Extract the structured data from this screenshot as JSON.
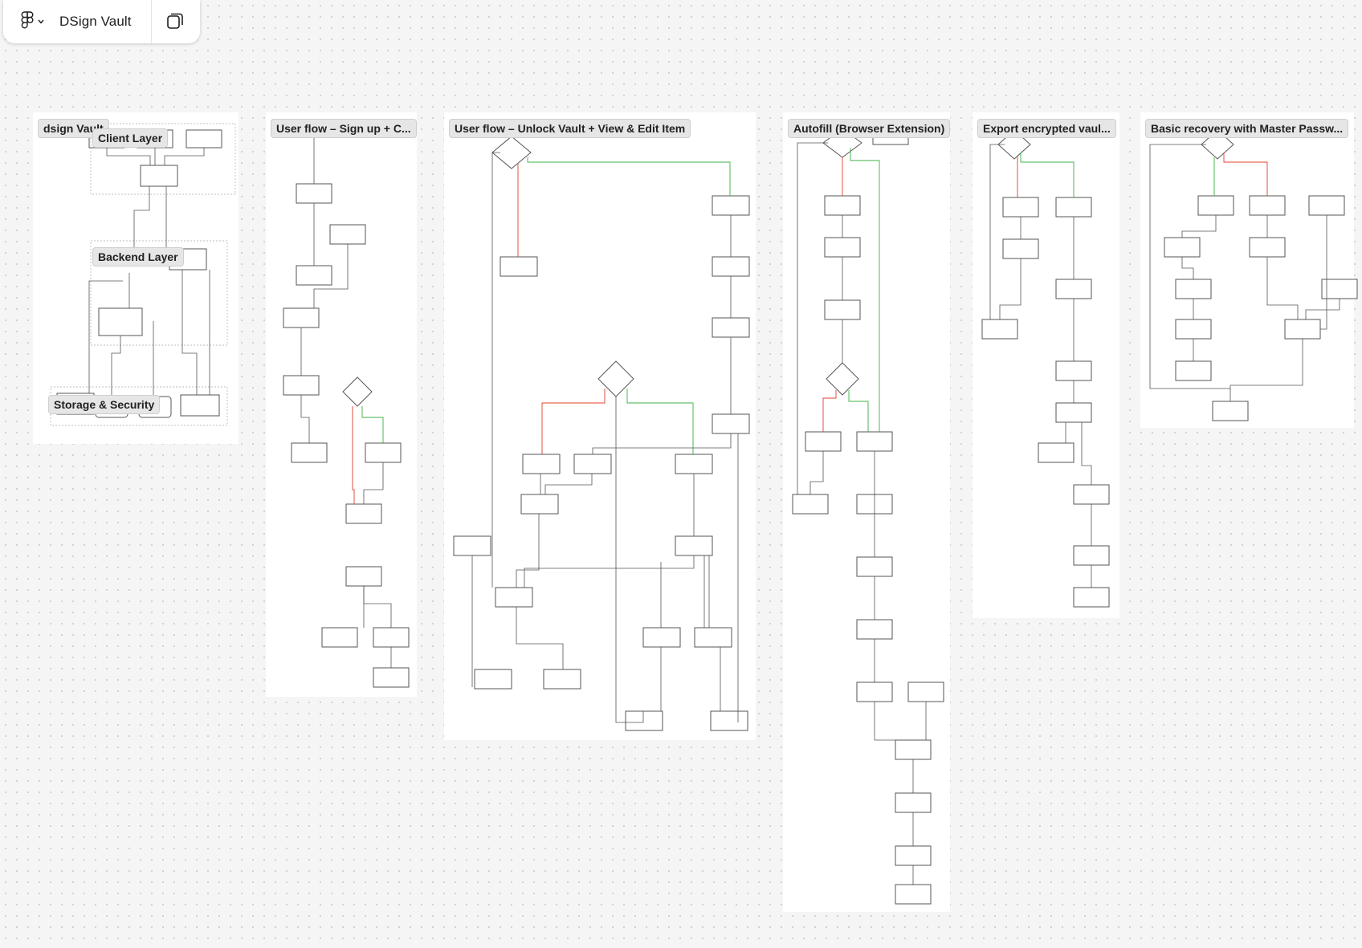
{
  "app": {
    "file_title": "DSign Vault",
    "menu_icon": "figma-logo-icon",
    "chevron_icon": "chevron-down-icon",
    "pages_icon": "pages-icon"
  },
  "colors": {
    "canvas": "#f5f5f5",
    "section_bg": "#ffffff",
    "line": "#555555",
    "yes_path": "#3cb043",
    "no_path": "#e0402a"
  },
  "sections": [
    {
      "title": "dsign Vault",
      "sublabels": [
        "Client Layer",
        "Backend Layer",
        "Storage & Security"
      ]
    },
    {
      "title": "User flow – Sign up + C..."
    },
    {
      "title": "User flow – Unlock Vault + View & Edit Item"
    },
    {
      "title": "Autofill (Browser Extension)"
    },
    {
      "title": "Export encrypted vaul..."
    },
    {
      "title": "Basic recovery with Master Passw..."
    }
  ]
}
